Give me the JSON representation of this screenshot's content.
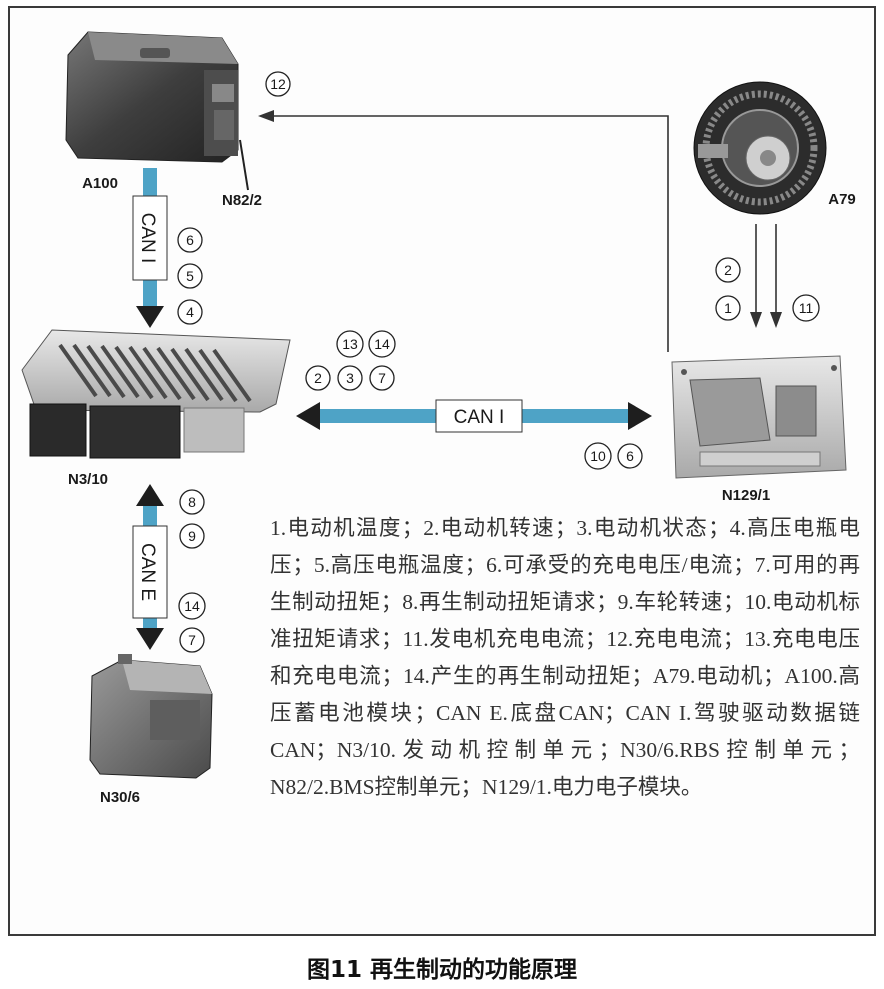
{
  "components": {
    "a100": "A100",
    "n82_2": "N82/2",
    "a79": "A79",
    "n3_10": "N3/10",
    "n129_1": "N129/1",
    "n30_6": "N30/6"
  },
  "buses": {
    "can_i_vertical": "CAN I",
    "can_i_horizontal": "CAN I",
    "can_e_vertical": "CAN E"
  },
  "signal_numbers": {
    "a100_return": [
      "12"
    ],
    "can_i_down": [
      "6",
      "5",
      "4"
    ],
    "a79_down": [
      "2",
      "1",
      "11"
    ],
    "n3_10_to_n129_row1": [
      "13",
      "14"
    ],
    "n3_10_to_n129_row2": [
      "2",
      "3",
      "7"
    ],
    "n129_to_n3_10": [
      "10",
      "6"
    ],
    "can_e_up": [
      "8",
      "9"
    ],
    "can_e_down": [
      "14",
      "7"
    ]
  },
  "legend": "1.电动机温度；2.电动机转速；3.电动机状态；4.高压电瓶电压；5.高压电瓶温度；6.可承受的充电电压/电流；7.可用的再生制动扭矩；8.再生制动扭矩请求；9.车轮转速；10.电动机标准扭矩请求；11.发电机充电电流；12.充电电流；13.充电电压和充电电流；14.产生的再生制动扭矩；A79.电动机；A100.高压蓄电池模块；CAN E.底盘CAN；CAN I.驾驶驱动数据链CAN；N3/10.发动机控制单元；N30/6.RBS控制单元；N82/2.BMS控制单元；N129/1.电力电子模块。",
  "caption": "图11 再生制动的功能原理",
  "colors": {
    "bus": "#4ea3c6",
    "arrow": "#1e1e1e",
    "frame": "#3a3a3a"
  }
}
